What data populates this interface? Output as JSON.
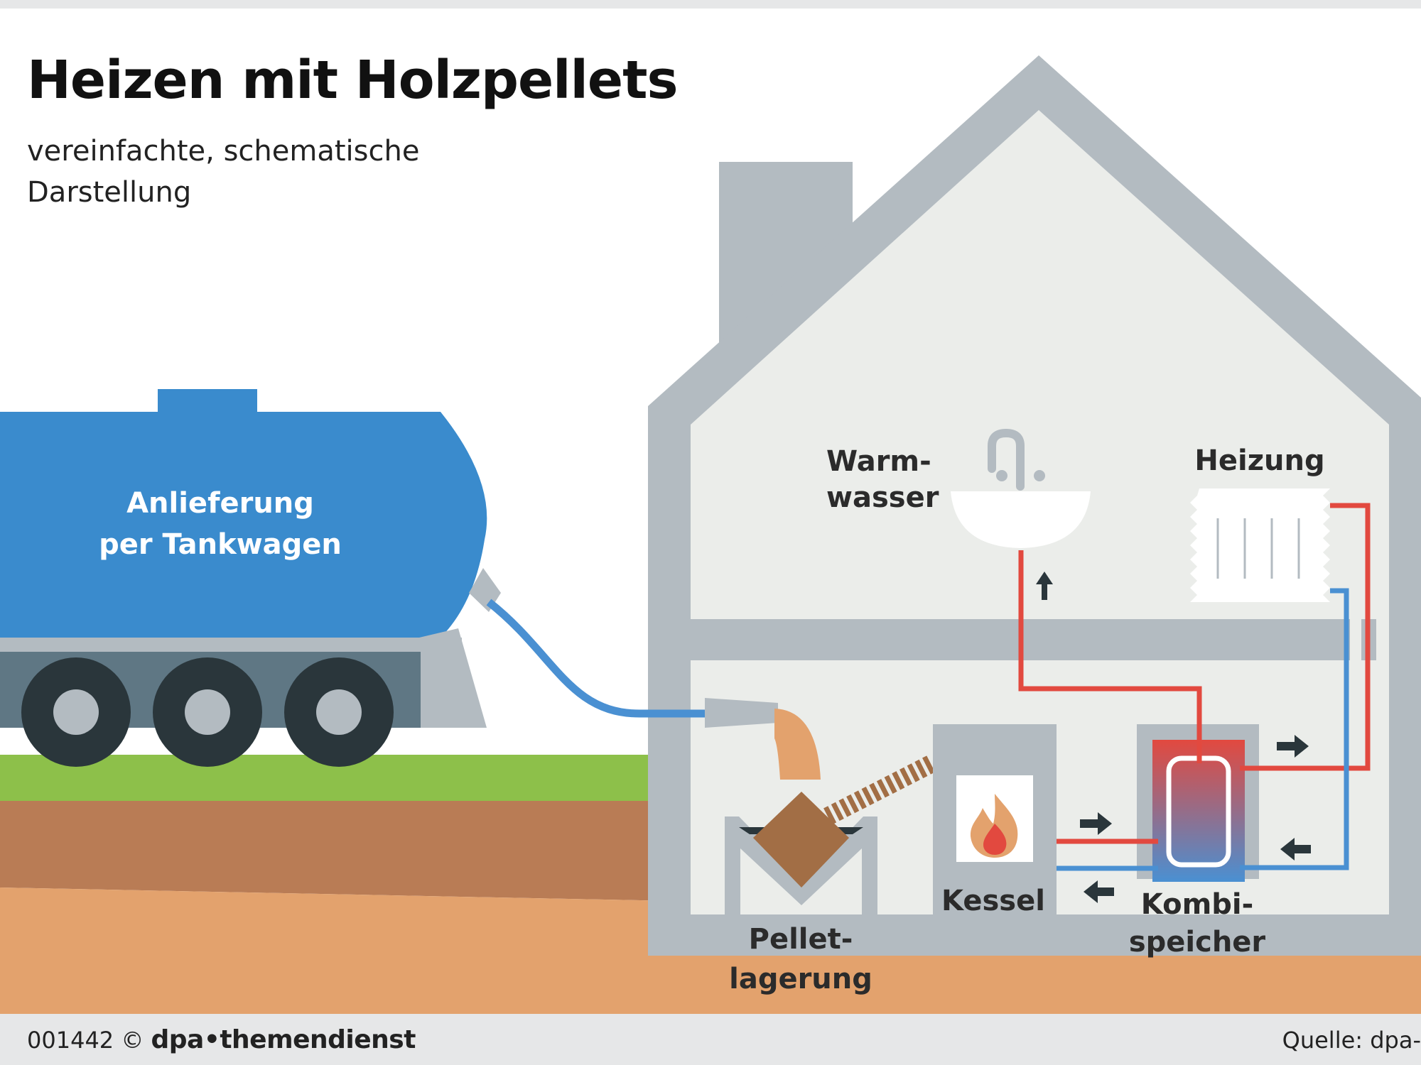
{
  "title": "Heizen mit Holzpellets",
  "subtitle_line1": "vereinfachte, schematische",
  "subtitle_line2": "Darstellung",
  "labels": {
    "truck_line1": "Anlieferung",
    "truck_line2": "per Tankwagen",
    "warmwasser_line1": "Warm-",
    "warmwasser_line2": "wasser",
    "heizung": "Heizung",
    "kessel": "Kessel",
    "kombi_line1": "Kombi-",
    "kombi_line2": "speicher",
    "pellet_line1": "Pellet-",
    "pellet_line2": "lagerung"
  },
  "footer": {
    "code": "001442 ©",
    "brand": "dpa•themendienst",
    "source": "Quelle: dpa-"
  },
  "colors": {
    "tank_blue": "#3a8bcd",
    "wall_grey": "#b3bbc1",
    "interior": "#ebedea",
    "grass": "#8dc04a",
    "soil": "#b97c55",
    "sand": "#e3a26d",
    "pipe_hot": "#e2493f",
    "pipe_cold": "#4a90d2",
    "wheel": "#2a363b"
  },
  "icons": [
    "sink-icon",
    "tap-icon",
    "radiator-icon",
    "flame-icon",
    "arrow-icon"
  ]
}
